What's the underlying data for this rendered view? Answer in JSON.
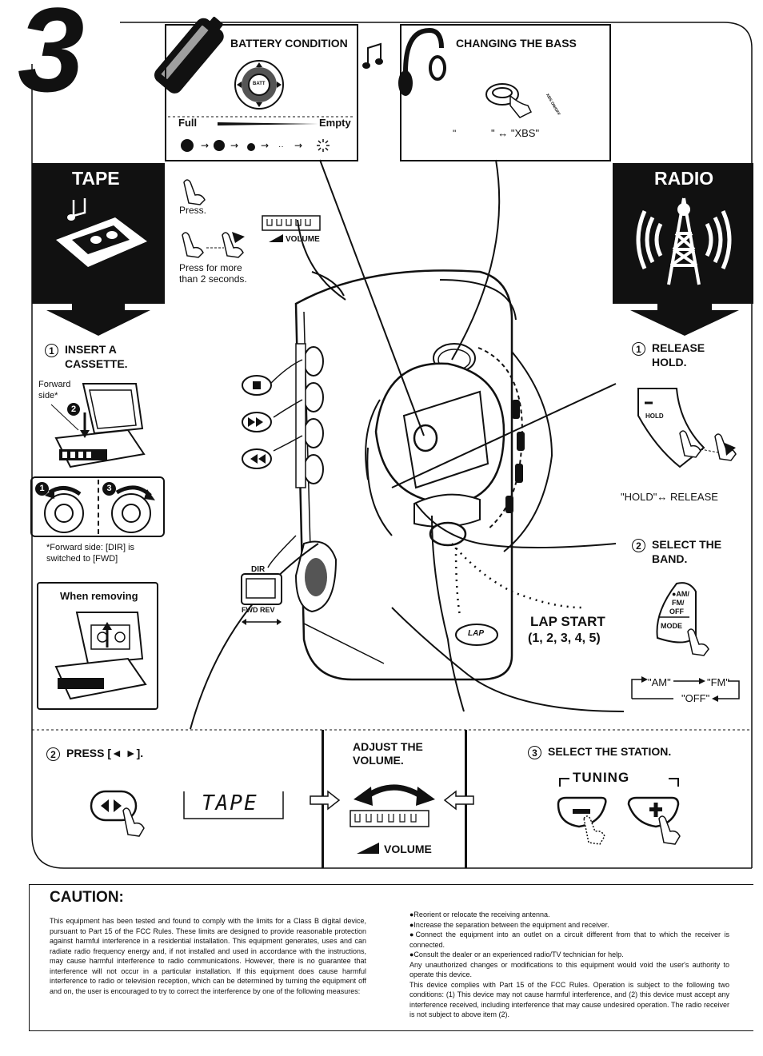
{
  "step_number": "3",
  "battery": {
    "title": "BATTERY CONDITION",
    "button_label": "BATT",
    "full_label": "Full",
    "empty_label": "Empty"
  },
  "bass": {
    "title": "CHANGING THE BASS",
    "button_label": "XBS ON/OFF",
    "text_start": "\"",
    "text_toggle": "\" ↔ \"XBS\""
  },
  "tape": {
    "header": "TAPE",
    "step1_num": "1",
    "step1_title": "INSERT A CASSETTE.",
    "forward_side_label": "Forward side*",
    "badge_2": "2",
    "badge_1": "1",
    "badge_3": "3",
    "footnote": "*Forward side: [DIR] is switched to [FWD]",
    "removing_title": "When removing",
    "step2_num": "2",
    "step2_title": "PRESS [◄ ►].",
    "display_text": "TAPE"
  },
  "center": {
    "press_label": "Press.",
    "press_more_label": "Press for more than 2 seconds.",
    "volume_label": "VOLUME",
    "dir_label": "DIR",
    "fwd_rev_label": "FWD REV",
    "lap_start_label": "LAP START",
    "lap_numbers": "(1, 2, 3, 4, 5)",
    "lap_button_label": "LAP",
    "adjust_volume_title": "ADJUST THE VOLUME.",
    "volume_bottom_label": "VOLUME"
  },
  "radio": {
    "header": "RADIO",
    "step1_num": "1",
    "step1_title": "RELEASE HOLD.",
    "hold_label": "HOLD",
    "hold_release_text": "\"HOLD\"↔ RELEASE",
    "step2_num": "2",
    "step2_title": "SELECT THE BAND.",
    "band_button_lines": [
      "●AM/",
      "FM/",
      "OFF"
    ],
    "mode_label": "MODE",
    "band_cycle": {
      "am": "\"AM\"",
      "fm": "\"FM\"",
      "off": "\"OFF\""
    },
    "step3_num": "3",
    "step3_title": "SELECT THE STATION.",
    "tuning_label": "TUNING"
  },
  "caution": {
    "title": "CAUTION:",
    "col1": "This equipment has been tested and found to comply with the limits for a Class B digital device, pursuant to Part 15 of the FCC Rules. These limits are designed to provide reasonable protection against harmful interference in a residential installation. This equipment generates, uses and can radiate radio frequency energy and, if not installed and used in accordance with the instructions, may cause harmful interference to radio communications. However, there is no guarantee that interference will not occur in a particular installation. If this equipment does cause harmful interference to radio or television reception, which can be determined by turning the equipment off and on, the user is encouraged to try to correct the interference by one of the following measures:",
    "col2_bullets": [
      "●Reorient or relocate the receiving antenna.",
      "●Increase the separation between the equipment and receiver.",
      "●Connect the equipment into an outlet on a circuit different from that to which the receiver is connected.",
      "●Consult the dealer or an experienced radio/TV technician for help."
    ],
    "col2_text1": "Any unauthorized changes or modifications to this equipment would void the user's authority to operate this device.",
    "col2_text2": "This device complies with Part 15 of the FCC Rules. Operation is subject to the following two conditions: (1) This device may not cause harmful interference, and (2) this device must accept any interference received, including interference that may cause undesired operation. The radio receiver is not subject to above item (2)."
  },
  "colors": {
    "ink": "#111111",
    "paper": "#ffffff",
    "gray": "#888888"
  }
}
